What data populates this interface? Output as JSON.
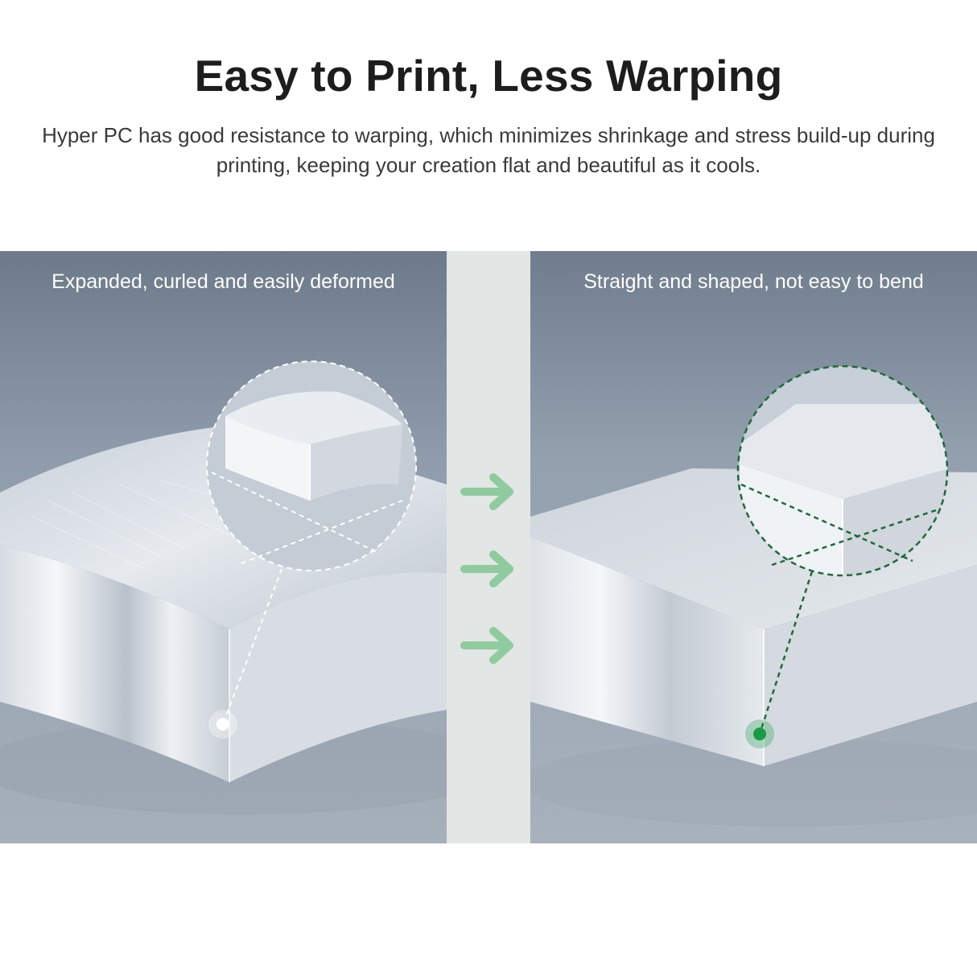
{
  "header": {
    "title": "Easy to Print, Less Warping",
    "description": "Hyper PC has good resistance to warping, which minimizes shrinkage and stress build-up during printing, keeping your creation flat and beautiful as it cools."
  },
  "comparison": {
    "left": {
      "caption": "Expanded, curled and easily deformed",
      "marker_color": "#ffffff",
      "indicator_color": "#ffffff"
    },
    "right": {
      "caption": "Straight and shaped, not easy to bend",
      "marker_color": "#1a9a45",
      "indicator_color": "#1f6a3a"
    },
    "arrow_color": "#8fcb9f",
    "arrow_icon": "right-arrow-icon",
    "arrow_count": 3
  }
}
